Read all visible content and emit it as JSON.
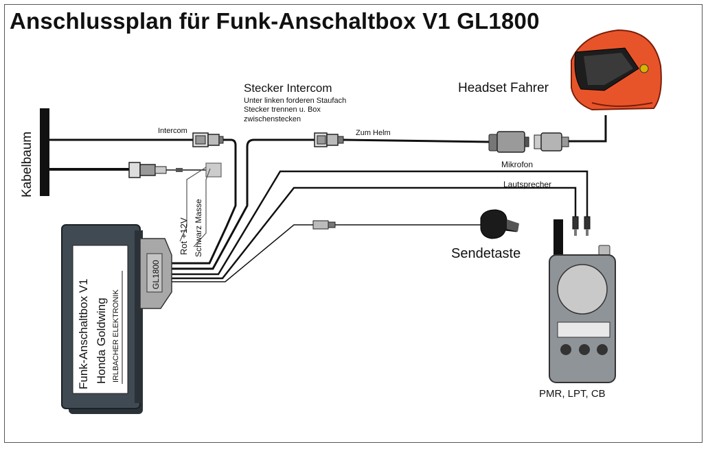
{
  "title": "Anschlussplan für Funk-Anschaltbox V1 GL1800",
  "labels": {
    "kabelbaum": "Kabelbaum",
    "intercom": "Intercom",
    "stecker_intercom": "Stecker Intercom",
    "stecker_note_1": "Unter linken forderen Staufach",
    "stecker_note_2": "Stecker trennen u. Box",
    "stecker_note_3": "zwischenstecken",
    "zum_helm": "Zum Helm",
    "headset_fahrer": "Headset Fahrer",
    "mikrofon": "Mikrofon",
    "lautsprecher": "Lautsprecher",
    "rot_12v": "Rot +12V",
    "schwarz_masse": "Schwarz Masse",
    "connector_gl1800": "GL1800",
    "box_line_1": "Funk-Anschaltbox V1",
    "box_line_2": "Honda Goldwing",
    "box_line_3": "IRLBACHER ELEKTRONIK",
    "sendetaste": "Sendetaste",
    "radio_label": "PMR, LPT, CB"
  },
  "colors": {
    "helmet": "#e8542a",
    "box_body": "#3f4a52",
    "box_label_bg": "#ffffff",
    "connector_gray": "#a8a8a8",
    "radio_body": "#8f9498",
    "cable": "#111111",
    "harness_bar": "#111111"
  }
}
